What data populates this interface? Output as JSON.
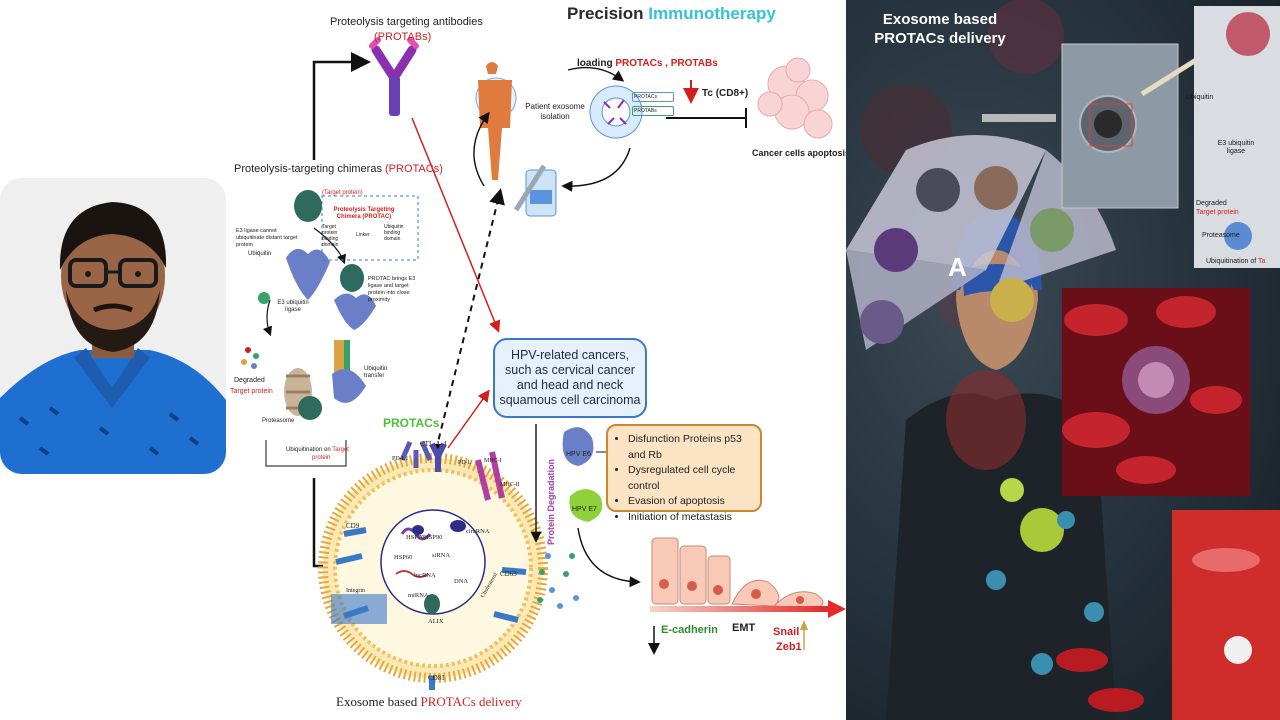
{
  "left_panel": {
    "protabs_title": "Proteolysis targeting antibodies",
    "protabs_abbr": "(PROTABs)",
    "protacs_title": "Proteolysis-targeting chimeras",
    "protacs_abbr": "(PROTACs)",
    "target_protein_tag": "(Target protein)",
    "protac_legend_title": "Proteolysis Targeting Chimera (PROTAC)",
    "legend_target_domain": "Target protein binding domain",
    "legend_linker": "Linker",
    "legend_ubiquitin_domain": "Ubiquitin binding domain",
    "e3_cannot": "E3 ligase cannot ubiquitinate distant target protein",
    "ubiquitin": "Ubiquitin",
    "e3_ligase": "E3 ubiquitin ligase",
    "protac_brings": "PROTAC brings E3 ligase and target protein into close proximity",
    "degraded": "Degraded",
    "degraded_target": "Target protein",
    "ubiquitin_transfer": "Ubiquitin transfer",
    "proteasome": "Proteasome",
    "ubiquitination_on": "Ubiquitination on",
    "ubiquitination_target": "Target",
    "ubiquitination_protein": "protein"
  },
  "precision": {
    "title_black": "Precision",
    "title_cyan": "Immunotherapy",
    "loading_prefix": "loading",
    "loading_items": "PROTACs , PROTABs",
    "patient_exosome": "Patient exosome isolation",
    "mini_protacs": "PROTACs",
    "mini_protabs": "PROTABs",
    "tc_label": "Tc (CD8+)",
    "cancer_apoptosis": "Cancer cells apoptosis"
  },
  "exosome": {
    "protacs_label": "PROTACs",
    "ctla4": "CTL-A-4",
    "pdl1": "PD-L1",
    "pdl": "PD-L",
    "mhc1": "MHC-I",
    "mhc2": "MHC-II",
    "cd9": "CD9",
    "cd63": "CD63",
    "cd81": "CD81",
    "hsp70": "HSP70",
    "hsp90": "HSP90",
    "hsp60": "HSP60",
    "circrna": "circRNA",
    "sirna": "siRNA",
    "lncrna": "lncRNA",
    "dna": "DNA",
    "mirna": "miRNA",
    "alix": "ALIX",
    "integrin": "Integrin",
    "cholesterol": "Cholesterol",
    "caption_black": "Exosome based",
    "caption_red": "PROTACs delivery"
  },
  "hpv": {
    "box_text": "HPV-related cancers, such as cervical cancer and head and neck squamous cell carcinoma",
    "protein_degradation": "Protein Degradation",
    "hpv_e6": "HPV E6",
    "hpv_e7": "HPV E7",
    "bullets": [
      "Disfunction Proteins p53 and Rb",
      "Dysregulated cell cycle control",
      "Evasion of apoptosis",
      "Initiation of metastasis"
    ],
    "ecadherin": "E-cadherin",
    "emt": "EMT",
    "snail": "Snail",
    "zeb1": "Zeb1"
  },
  "right_panel": {
    "title": "Exosome based PROTACs delivery",
    "inset_ubiquitin": "Ubiquitin",
    "inset_e3": "E3 ubiquitin ligase",
    "inset_degraded": "Degraded",
    "inset_target": "Target protein",
    "inset_proteasome": "Proteasome",
    "inset_ubiquitination": "Ubiquitination of",
    "inset_ta": "Ta",
    "hero_letter": "A"
  },
  "colors": {
    "accent_red": "#d41f1f",
    "accent_cyan": "#34c3d6",
    "accent_green": "#4bbf3b",
    "hpv_box_border": "#3a79c9",
    "bullet_box_bg": "#fbe3c3",
    "dark_panel": "#25313b"
  }
}
